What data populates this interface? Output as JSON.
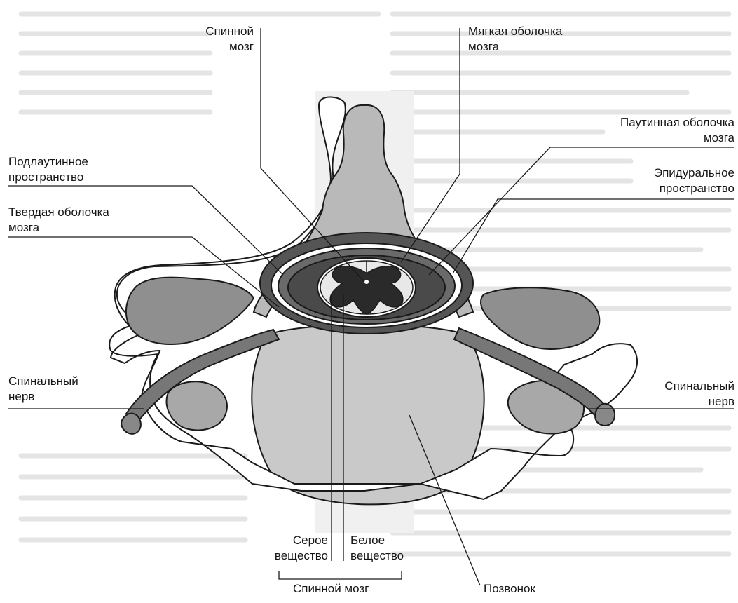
{
  "labels": {
    "spinal_cord_top": [
      "Спинной",
      "мозг"
    ],
    "pia_mater": [
      "Мягкая оболочка",
      "мозга"
    ],
    "arachnoid": [
      "Паутинная оболочка",
      "мозга"
    ],
    "subarachnoid": [
      "Подлаутинное",
      "пространство"
    ],
    "epidural": [
      "Эпидуральное",
      "пространство"
    ],
    "dura_mater": [
      "Твердая оболочка",
      "мозга"
    ],
    "spinal_nerve_left": [
      "Спинальный",
      "нерв"
    ],
    "spinal_nerve_right": [
      "Спинальный",
      "нерв"
    ],
    "gray_matter": [
      "Серое",
      "вещество"
    ],
    "white_matter": [
      "Белое",
      "вещество"
    ],
    "spinal_cord_bottom": "Спинной мозг",
    "vertebra": "Позвонок"
  },
  "colors": {
    "bone_fill": "#b9b9b9",
    "dark_fill": "#6e6e6e",
    "gray_matter": "#2a2a2a",
    "line": "#1a1a1a",
    "background": "#ffffff"
  }
}
